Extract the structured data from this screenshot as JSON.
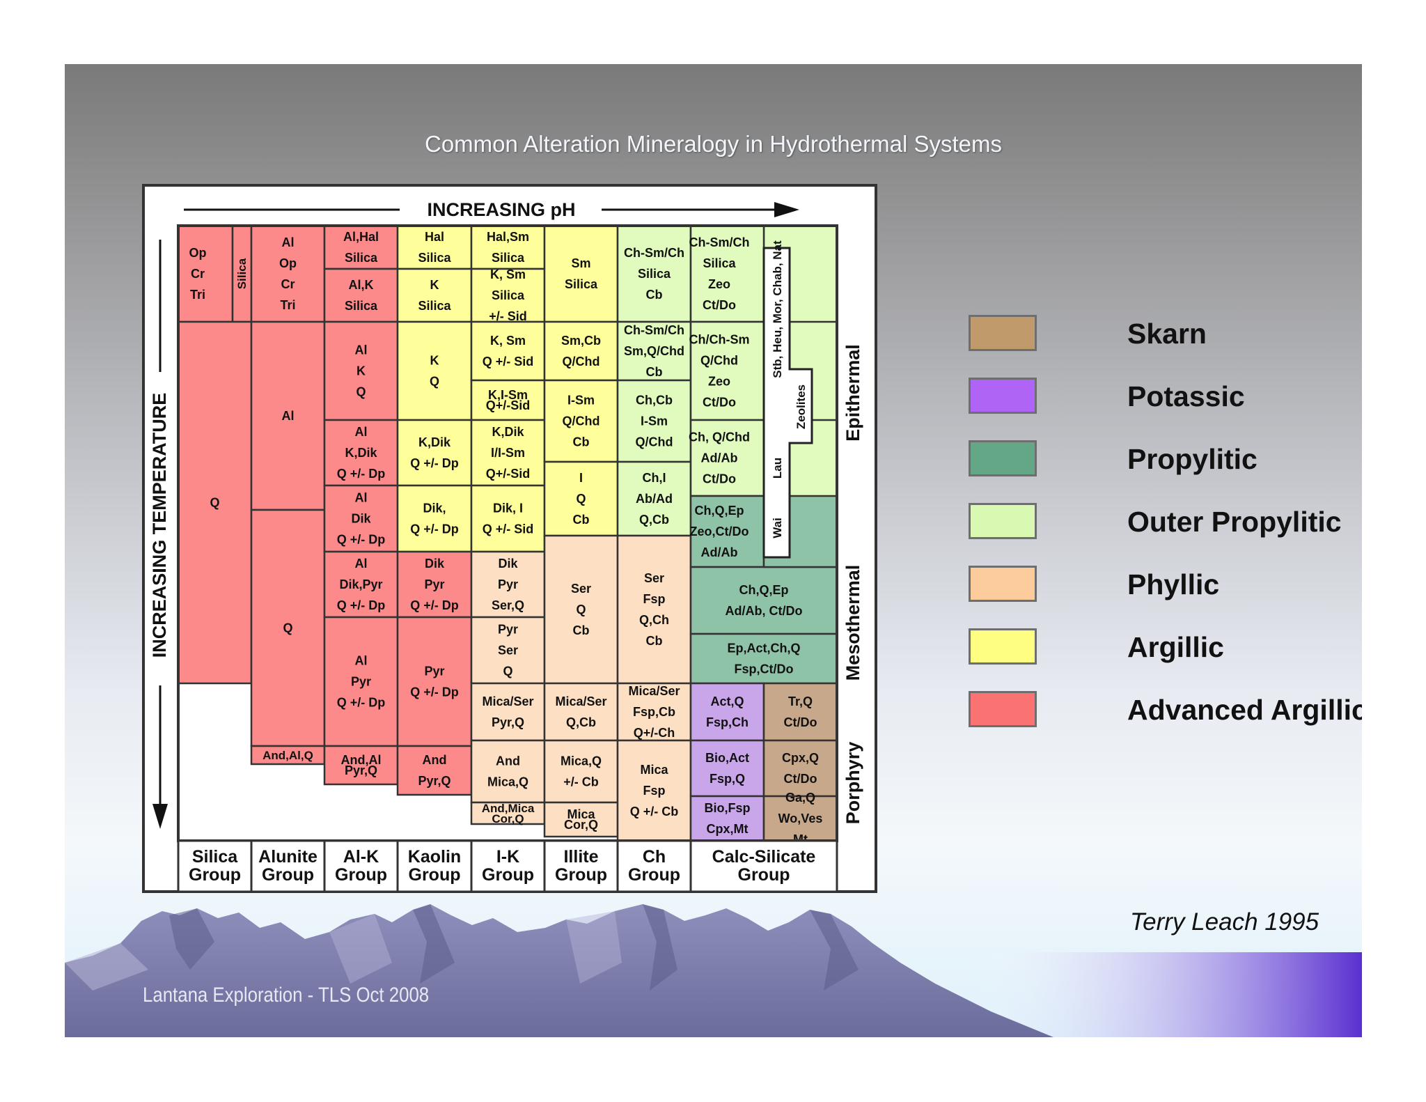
{
  "slide_title": "Common Alteration Mineralogy in Hydrothermal Systems",
  "footer": "Lantana Exploration - TLS Oct 2008",
  "credit": "Terry Leach 1995",
  "colors": {
    "skarn": "#c19a6b",
    "potassic": "#b064f6",
    "propylitic": "#63a786",
    "outer_propylitic": "#d9f9b2",
    "phyllic": "#fdcc9c",
    "argillic": "#fefe82",
    "advanced_argillic": "#fb7272"
  },
  "legend": [
    {
      "label": "Skarn",
      "color": "#c19a6b"
    },
    {
      "label": "Potassic",
      "color": "#b064f6"
    },
    {
      "label": "Propylitic",
      "color": "#63a786"
    },
    {
      "label": "Outer Propylitic",
      "color": "#d9f9b2"
    },
    {
      "label": "Phyllic",
      "color": "#fdcc9c"
    },
    {
      "label": "Argillic",
      "color": "#fefe82"
    },
    {
      "label": "Advanced Argillic",
      "color": "#fb7272"
    }
  ],
  "diagram": {
    "x_axis_label": "INCREASING pH",
    "y_axis_label": "INCREASING TEMPERATURE",
    "zones": [
      "Epithermal",
      "Mesothermal",
      "Porphyry"
    ],
    "zeolites_label": "Zeolites",
    "zeolites_column": [
      "Stb, Heu, Mor, Chab, Nat",
      "Lau",
      "Wai"
    ],
    "groups": [
      {
        "name": [
          "Silica",
          "Group"
        ]
      },
      {
        "name": [
          "Alunite",
          "Group"
        ]
      },
      {
        "name": [
          "Al-K",
          "Group"
        ]
      },
      {
        "name": [
          "Kaolin",
          "Group"
        ]
      },
      {
        "name": [
          "I-K",
          "Group"
        ]
      },
      {
        "name": [
          "Illite",
          "Group"
        ]
      },
      {
        "name": [
          "Ch",
          "Group"
        ]
      },
      {
        "name": [
          "Calc-Silicate",
          "Group"
        ]
      }
    ],
    "cells": [
      {
        "g": 0,
        "z": "AA",
        "lines": [
          "Op",
          "Cr",
          "Tri"
        ]
      },
      {
        "g": 0,
        "z": "AA",
        "lines": [
          "Silica"
        ]
      },
      {
        "g": 0,
        "z": "AA",
        "lines": [
          "Q"
        ]
      },
      {
        "g": 1,
        "z": "AA",
        "lines": [
          "Al",
          "Op",
          "Cr",
          "Tri"
        ]
      },
      {
        "g": 1,
        "z": "AA",
        "lines": [
          "Al"
        ]
      },
      {
        "g": 1,
        "z": "AA",
        "lines": [
          "Q"
        ]
      },
      {
        "g": 1,
        "z": "AA",
        "lines": [
          "And,Al,Q"
        ]
      },
      {
        "g": 2,
        "z": "AA",
        "lines": [
          "Al,Hal",
          "Silica"
        ]
      },
      {
        "g": 2,
        "z": "AA",
        "lines": [
          "Al,K",
          "Silica"
        ]
      },
      {
        "g": 2,
        "z": "AA",
        "lines": [
          "Al",
          "K",
          "Q"
        ]
      },
      {
        "g": 2,
        "z": "AA",
        "lines": [
          "Al",
          "K,Dik",
          "Q +/- Dp"
        ]
      },
      {
        "g": 2,
        "z": "AA",
        "lines": [
          "Al",
          "Dik",
          "Q +/- Dp"
        ]
      },
      {
        "g": 2,
        "z": "AA",
        "lines": [
          "Al",
          "Dik,Pyr",
          "Q +/- Dp"
        ]
      },
      {
        "g": 2,
        "z": "AA",
        "lines": [
          "Al",
          "Pyr",
          "Q +/- Dp"
        ]
      },
      {
        "g": 2,
        "z": "AA",
        "lines": [
          "And,Al",
          "Pyr,Q"
        ]
      },
      {
        "g": 3,
        "z": "AR",
        "lines": [
          "Hal",
          "Silica"
        ]
      },
      {
        "g": 3,
        "z": "AR",
        "lines": [
          "K",
          "Silica"
        ]
      },
      {
        "g": 3,
        "z": "AR",
        "lines": [
          "K",
          "Q"
        ]
      },
      {
        "g": 3,
        "z": "AR",
        "lines": [
          "K,Dik",
          "Q +/- Dp"
        ]
      },
      {
        "g": 3,
        "z": "AR",
        "lines": [
          "Dik,",
          "Q +/- Dp"
        ]
      },
      {
        "g": 3,
        "z": "AA",
        "lines": [
          "Dik",
          "Pyr",
          "Q +/- Dp"
        ]
      },
      {
        "g": 3,
        "z": "AA",
        "lines": [
          "Pyr",
          "Q +/- Dp"
        ]
      },
      {
        "g": 3,
        "z": "AA",
        "lines": [
          "And",
          "Pyr,Q"
        ]
      },
      {
        "g": 4,
        "z": "AR",
        "lines": [
          "Hal,Sm",
          "Silica"
        ]
      },
      {
        "g": 4,
        "z": "AR",
        "lines": [
          "K, Sm",
          "Silica",
          "+/- Sid"
        ]
      },
      {
        "g": 4,
        "z": "AR",
        "lines": [
          "K, Sm",
          "Q +/- Sid"
        ]
      },
      {
        "g": 4,
        "z": "AR",
        "lines": [
          "K,I-Sm",
          "Q+/-Sid"
        ]
      },
      {
        "g": 4,
        "z": "AR",
        "lines": [
          "K,Dik",
          "I/I-Sm",
          "Q+/-Sid"
        ]
      },
      {
        "g": 4,
        "z": "AR",
        "lines": [
          "Dik, I",
          "Q +/- Sid"
        ]
      },
      {
        "g": 4,
        "z": "PH",
        "lines": [
          "Dik",
          "Pyr",
          "Ser,Q"
        ]
      },
      {
        "g": 4,
        "z": "PH",
        "lines": [
          "Pyr",
          "Ser",
          "Q"
        ]
      },
      {
        "g": 4,
        "z": "PH",
        "lines": [
          "Mica/Ser",
          "Pyr,Q"
        ]
      },
      {
        "g": 4,
        "z": "PH",
        "lines": [
          "And",
          "Mica,Q"
        ]
      },
      {
        "g": 4,
        "z": "PH",
        "lines": [
          "And,Mica",
          "Cor,Q"
        ]
      },
      {
        "g": 5,
        "z": "AR",
        "lines": [
          "Sm",
          "Silica"
        ]
      },
      {
        "g": 5,
        "z": "AR",
        "lines": [
          "Sm,Cb",
          "Q/Chd"
        ]
      },
      {
        "g": 5,
        "z": "AR",
        "lines": [
          "I-Sm",
          "Q/Chd",
          "Cb"
        ]
      },
      {
        "g": 5,
        "z": "AR",
        "lines": [
          "I",
          "Q",
          "Cb"
        ]
      },
      {
        "g": 5,
        "z": "PH",
        "lines": [
          "Ser",
          "Q",
          "Cb"
        ]
      },
      {
        "g": 5,
        "z": "PH",
        "lines": [
          "Mica/Ser",
          "Q,Cb"
        ]
      },
      {
        "g": 5,
        "z": "PH",
        "lines": [
          "Mica,Q",
          "+/- Cb"
        ]
      },
      {
        "g": 5,
        "z": "PH",
        "lines": [
          "Mica",
          "Cor,Q"
        ]
      },
      {
        "g": 6,
        "z": "OP",
        "lines": [
          "Ch-Sm/Ch",
          "Silica",
          "Cb"
        ]
      },
      {
        "g": 6,
        "z": "OP",
        "lines": [
          "Ch-Sm/Ch",
          "Sm,Q/Chd",
          "Cb"
        ]
      },
      {
        "g": 6,
        "z": "OP",
        "lines": [
          "Ch,Cb",
          "I-Sm",
          "Q/Chd"
        ]
      },
      {
        "g": 6,
        "z": "OP",
        "lines": [
          "Ch,I",
          "Ab/Ad",
          "Q,Cb"
        ]
      },
      {
        "g": 6,
        "z": "PH",
        "lines": [
          "Ser",
          "Fsp",
          "Q,Ch",
          "Cb"
        ]
      },
      {
        "g": 6,
        "z": "PH",
        "lines": [
          "Mica/Ser",
          "Fsp,Cb",
          "Q+/-Ch"
        ]
      },
      {
        "g": 6,
        "z": "PH",
        "lines": [
          "Mica",
          "Fsp",
          "Q +/- Cb"
        ]
      },
      {
        "g": 7,
        "z": "OP",
        "lines": [
          "Ch-Sm/Ch",
          "Silica",
          "Zeo",
          "Ct/Do"
        ]
      },
      {
        "g": 7,
        "z": "OP",
        "lines": [
          "Ch/Ch-Sm",
          "Q/Chd",
          "Zeo",
          "Ct/Do"
        ]
      },
      {
        "g": 7,
        "z": "OP",
        "lines": [
          "Ch, Q/Chd",
          "Ad/Ab",
          "Ct/Do"
        ]
      },
      {
        "g": 7,
        "z": "PR",
        "lines": [
          "Ch,Q,Ep",
          "Zeo,Ct/Do",
          "Ad/Ab"
        ]
      },
      {
        "g": 7,
        "z": "PR",
        "lines": [
          "Ch,Q,Ep",
          "Ad/Ab, Ct/Do"
        ]
      },
      {
        "g": 7,
        "z": "PR",
        "lines": [
          "Ep,Act,Ch,Q",
          "Fsp,Ct/Do"
        ]
      },
      {
        "g": 7,
        "z": "PO",
        "lines": [
          "Act,Q",
          "Fsp,Ch"
        ]
      },
      {
        "g": 7,
        "z": "PO",
        "lines": [
          "Bio,Act",
          "Fsp,Q"
        ]
      },
      {
        "g": 7,
        "z": "PO",
        "lines": [
          "Bio,Fsp",
          "Cpx,Mt"
        ]
      },
      {
        "g": 7,
        "z": "SK",
        "lines": [
          "Tr,Q",
          "Ct/Do"
        ]
      },
      {
        "g": 7,
        "z": "SK",
        "lines": [
          "Cpx,Q",
          "Ct/Do"
        ]
      },
      {
        "g": 7,
        "z": "SK",
        "lines": [
          "Ga,Q",
          "Wo,Ves",
          "Mt"
        ]
      }
    ]
  }
}
